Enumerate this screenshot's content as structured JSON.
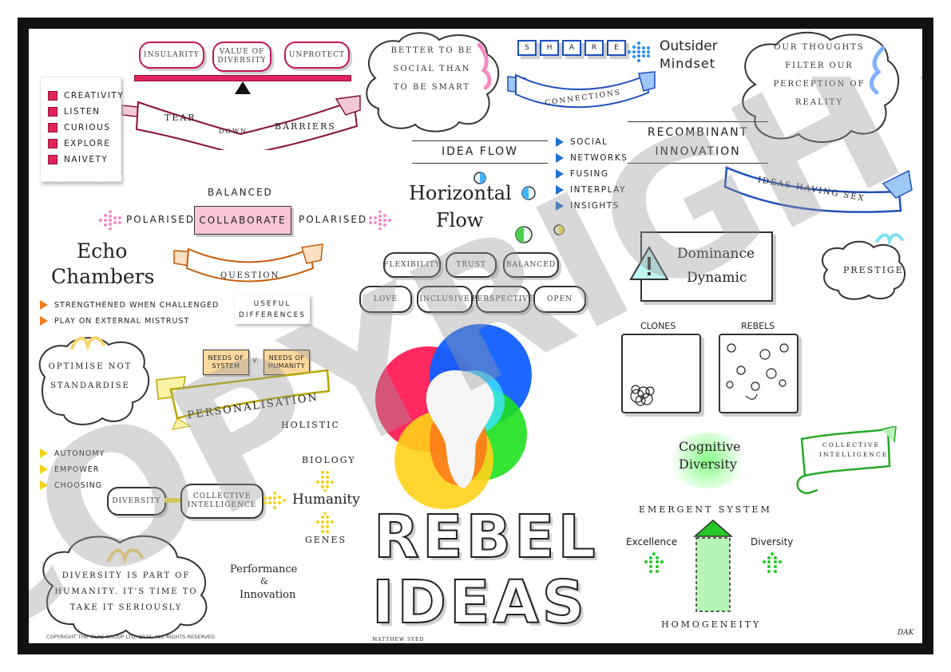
{
  "barriers": {
    "pills": [
      "Insularity",
      "Value of Diversity",
      "Unprotect"
    ],
    "banner": [
      "Tear",
      "Down",
      "Barriers"
    ]
  },
  "traits": [
    "Creativity",
    "Listen",
    "Curious",
    "Explore",
    "Naivety"
  ],
  "social_cloud": "Better to be social than to be smart",
  "share_letters": [
    "S",
    "H",
    "A",
    "R",
    "E"
  ],
  "connections_label": "Connections",
  "outsider": {
    "line1": "Outsider",
    "line2": "Mindset"
  },
  "thoughts_cloud": "Our thoughts filter our perception of reality",
  "idea_flow": {
    "title": "Idea Flow",
    "items": [
      "Social",
      "Networks",
      "Fusing",
      "Interplay",
      "Insights"
    ],
    "horizontal": [
      "Horizontal",
      "Flow"
    ]
  },
  "recombinant": {
    "line1": "Recombinant",
    "line2": "Innovation",
    "banner": "Ideas Having Sex"
  },
  "balance": {
    "top": "Balanced",
    "left": "Polarised",
    "center": "Collaborate",
    "right": "Polarised"
  },
  "echo": {
    "line1": "Echo",
    "line2": "Chambers",
    "question": "Question",
    "useful": "Useful Differences",
    "items": [
      "Strengthened when challenged",
      "Play on external mistrust"
    ]
  },
  "values": {
    "row1": [
      "Flexibility",
      "Trust",
      "Balanced"
    ],
    "row2": [
      "Love",
      "Inclusive",
      "Perspective",
      "Open"
    ]
  },
  "dominance": {
    "line1": "Dominance",
    "line2": "Dynamic"
  },
  "prestige": "Prestige",
  "optimise": "Optimise not standardise",
  "needs": {
    "system": "Needs of System",
    "v": "v.",
    "humanity": "Needs of Humanity",
    "banner": "Personalisation",
    "holistic": "Holistic"
  },
  "clones": "Clones",
  "rebels": "Rebels",
  "cognitive": {
    "line1": "Cognitive",
    "line2": "Diversity"
  },
  "collective_banner": "Collective Intelligence",
  "choices": [
    "Autonomy",
    "Empower",
    "Choosing"
  ],
  "collective_flow": {
    "diversity": "Diversity",
    "collective": "Collective Intelligence",
    "biology": "Biology",
    "humanity": "Humanity",
    "genes": "Genes"
  },
  "title": {
    "line1": "REBEL",
    "line2": "IDEAS",
    "author": "MATTHEW SYED"
  },
  "emergent": {
    "title": "Emergent System",
    "left": "Excellence",
    "right": "Diversity",
    "bottom": "Homogeneity"
  },
  "humanity_cloud": "Diversity is part of humanity. It's time to take it seriously",
  "performance": {
    "line1": "Performance",
    "amp": "&",
    "line2": "Innovation"
  },
  "footer": "COPYRIGHT THE GLAS GROUP LTD, 2026. ALL RIGHTS RESERVED",
  "signature": "DAK",
  "watermark": "COPYRIGHT",
  "colors": {
    "pink": "#e0245e",
    "blue": "#1f4fbf",
    "orange": "#f07a1a",
    "yellow": "#f2e23a",
    "green": "#26c826",
    "frame": "#111111"
  }
}
